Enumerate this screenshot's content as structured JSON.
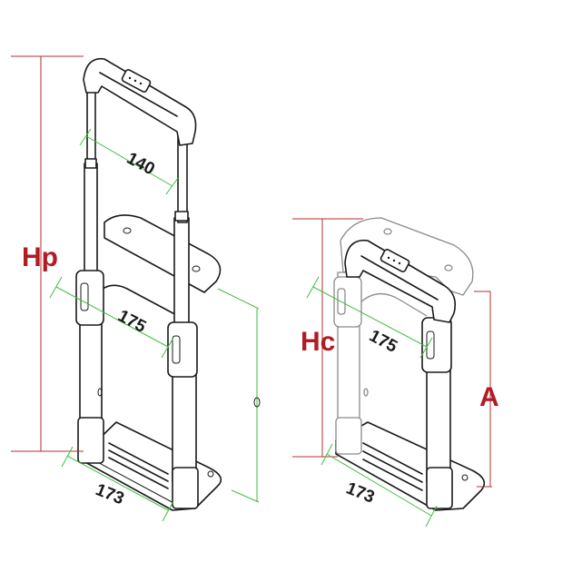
{
  "extended": {
    "height_label": "Hp",
    "grip_width": "140",
    "tube_spacing": "175",
    "base_width": "173"
  },
  "collapsed": {
    "height_label": "Hc",
    "tube_spacing": "175",
    "base_width": "173",
    "mount_label": "A"
  },
  "colors": {
    "dimension_line": "#3fbf3f",
    "height_line": "#b03030",
    "label": "#b01c24"
  }
}
